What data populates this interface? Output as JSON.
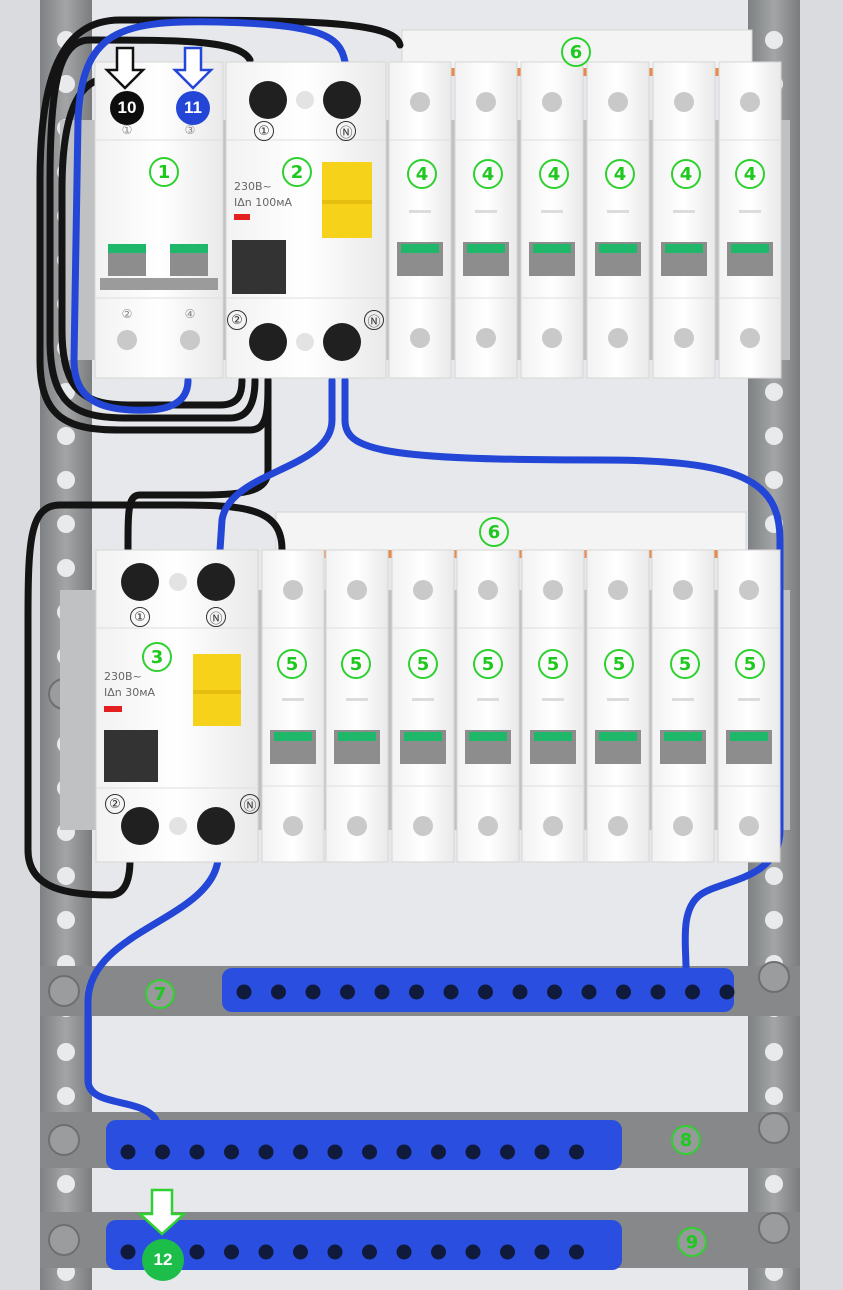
{
  "colors": {
    "neutral_wire": "#2346d6",
    "phase_wire": "#141414",
    "label_green": "#2fd130",
    "busbar_blue": "#2a4fe0",
    "rail_gray": "#8c8e90",
    "test_button": "#f6d21a"
  },
  "labels": {
    "main_breaker": "1",
    "rcd_main": "2",
    "rcd_group": "3",
    "mcb_row1": "4",
    "mcb_row2": "5",
    "comb_bus": "6",
    "bus_neutral_top": "7",
    "bus_neutral": "8",
    "bus_ground": "9"
  },
  "markers": {
    "phase_input": "10",
    "neutral_input": "11",
    "ground_input": "12"
  },
  "rcd_main": {
    "voltage": "230B~",
    "current": "IΔn 100мA"
  },
  "rcd_group": {
    "voltage": "230B~",
    "current": "IΔn 30мA"
  },
  "terminals": {
    "t1": "①",
    "t2": "②",
    "t3": "③",
    "t4": "④",
    "tn": "Ⓝ"
  }
}
